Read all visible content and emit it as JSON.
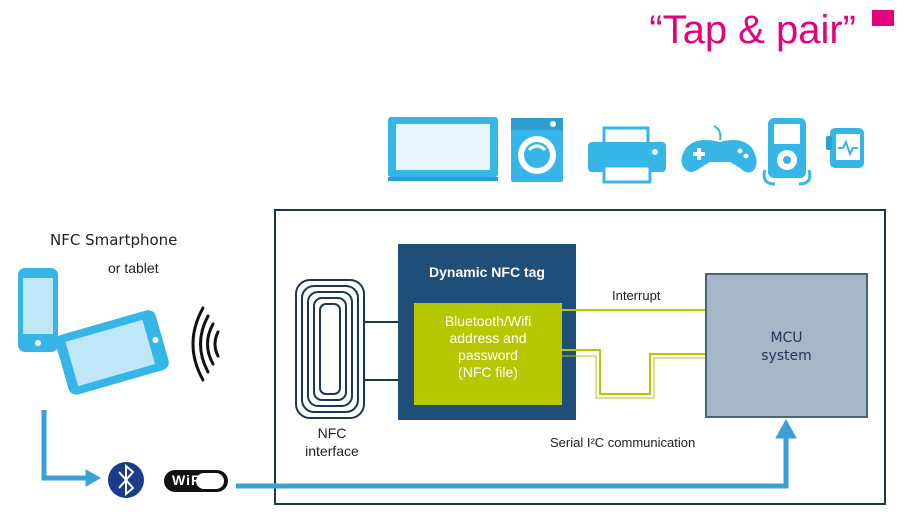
{
  "title": "“Tap & pair”",
  "phone_label": "NFC Smartphone",
  "tablet_label": "or tablet",
  "nfc_tag": {
    "title": "Dynamic NFC tag",
    "file_lines": [
      "Bluetooth/Wifi",
      "address and",
      "password",
      "(NFC file)"
    ]
  },
  "mcu_lines": [
    "MCU",
    "system"
  ],
  "interrupt_label": "Interrupt",
  "serial_label": "Serial I²C communication",
  "nfc_interface_lines": [
    "NFC",
    "interface"
  ],
  "wifi_logo_text": "WiFi",
  "devices": [
    "tv-icon",
    "washing-machine-icon",
    "printer-icon",
    "gamepad-icon",
    "music-player-icon",
    "health-monitor-icon"
  ],
  "colors": {
    "accent_pink": "#e6007e",
    "device_blue": "#36b6e6",
    "nfc_tag_blue": "#1f4e79",
    "nfc_file_green": "#b5c800",
    "mcu_gray": "#a6b8c8",
    "arrow_blue": "#3aa0d8"
  }
}
